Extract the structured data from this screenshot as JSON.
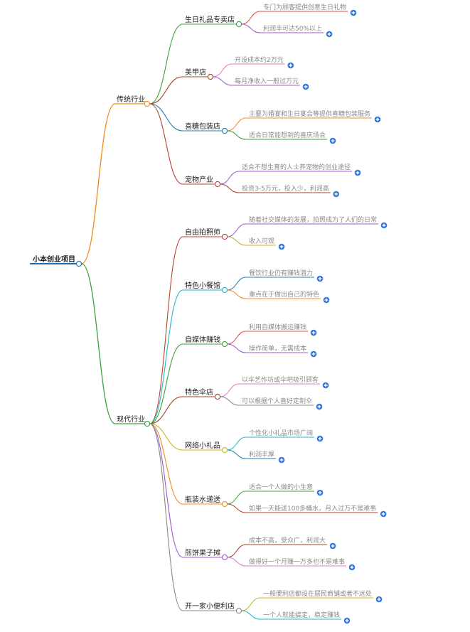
{
  "root": {
    "label": "小本创业项目",
    "color": "#1e6fb8"
  },
  "branches": [
    {
      "label": "传统行业",
      "color": "#f08c1e",
      "children": [
        {
          "label": "生日礼品专卖店",
          "color": "#3aa23a",
          "children": [
            {
              "label": "专门为顾客提供创意生日礼物",
              "color": "#e2493b"
            },
            {
              "label": "利润丰可达50%以上",
              "color": "#9b59d0"
            }
          ]
        },
        {
          "label": "美甲店",
          "color": "#a0402a",
          "children": [
            {
              "label": "开设成本约2万元",
              "color": "#e37cc3"
            },
            {
              "label": "每月净收入一般过万元",
              "color": "#9b59d0"
            }
          ]
        },
        {
          "label": "喜糖包装店",
          "color": "#1e7fb8",
          "children": [
            {
              "label": "主要为婚宴和生日宴会等提供喜糖包装服务",
              "color": "#f08c1e"
            },
            {
              "label": "适合日常能想到的喜庆场合",
              "color": "#3aa23a"
            }
          ]
        },
        {
          "label": "宠物产业",
          "color": "#b5422f",
          "children": [
            {
              "label": "适合不想生育的人士养宠物的创业途径",
              "color": "#9b59d0"
            },
            {
              "label": "投资3-5万元，投入少，利润高",
              "color": "#a0402a"
            }
          ]
        }
      ]
    },
    {
      "label": "现代行业",
      "color": "#3aa23a",
      "children": [
        {
          "label": "自由拍照师",
          "color": "#b5422f",
          "children": [
            {
              "label": "随着社交媒体的发展，拍照成为了人们的日常",
              "color": "#9b59d0"
            },
            {
              "label": "收入可观",
              "color": "#c9b520"
            }
          ]
        },
        {
          "label": "特色小餐馆",
          "color": "#21b8c9",
          "children": [
            {
              "label": "餐饮行业仍有赚钱潜力",
              "color": "#1e7fb8"
            },
            {
              "label": "重点在于做出自己的特色",
              "color": "#f08c1e"
            }
          ]
        },
        {
          "label": "自媒体赚钱",
          "color": "#3aa23a",
          "children": [
            {
              "label": "利用自媒体搬运赚钱",
              "color": "#e2493b"
            },
            {
              "label": "操作简单，无需成本",
              "color": "#9b59d0"
            }
          ]
        },
        {
          "label": "特色伞店",
          "color": "#a0402a",
          "children": [
            {
              "label": "以伞艺作坊或伞吧吸引顾客",
              "color": "#e37cc3"
            },
            {
              "label": "可以根据个人喜好定制伞",
              "color": "#8a8a8a"
            }
          ]
        },
        {
          "label": "网络小礼品",
          "color": "#c9b520",
          "children": [
            {
              "label": "个性化小礼品市场广阔",
              "color": "#21b8c9"
            },
            {
              "label": "利润丰厚",
              "color": "#1e7fb8"
            }
          ]
        },
        {
          "label": "瓶装水递送",
          "color": "#f08c1e",
          "children": [
            {
              "label": "适合一个人做的小生意",
              "color": "#3aa23a"
            },
            {
              "label": "如果一天能送100多桶水，月入过万不是难事",
              "color": "#b5422f"
            }
          ]
        },
        {
          "label": "煎饼果子摊",
          "color": "#9b59d0",
          "children": [
            {
              "label": "成本不高，受众广，利润大",
              "color": "#a0402a"
            },
            {
              "label": "做得好一个月赚一万多也不是难事",
              "color": "#e37cc3"
            }
          ]
        },
        {
          "label": "开一家小便利店",
          "color": "#8a8a8a",
          "children": [
            {
              "label": "一般便利店都设在居民商铺或者不远处",
              "color": "#c9b520"
            },
            {
              "label": "一个人就能搞定，稳定赚钱",
              "color": "#21b8c9"
            }
          ]
        }
      ]
    }
  ]
}
